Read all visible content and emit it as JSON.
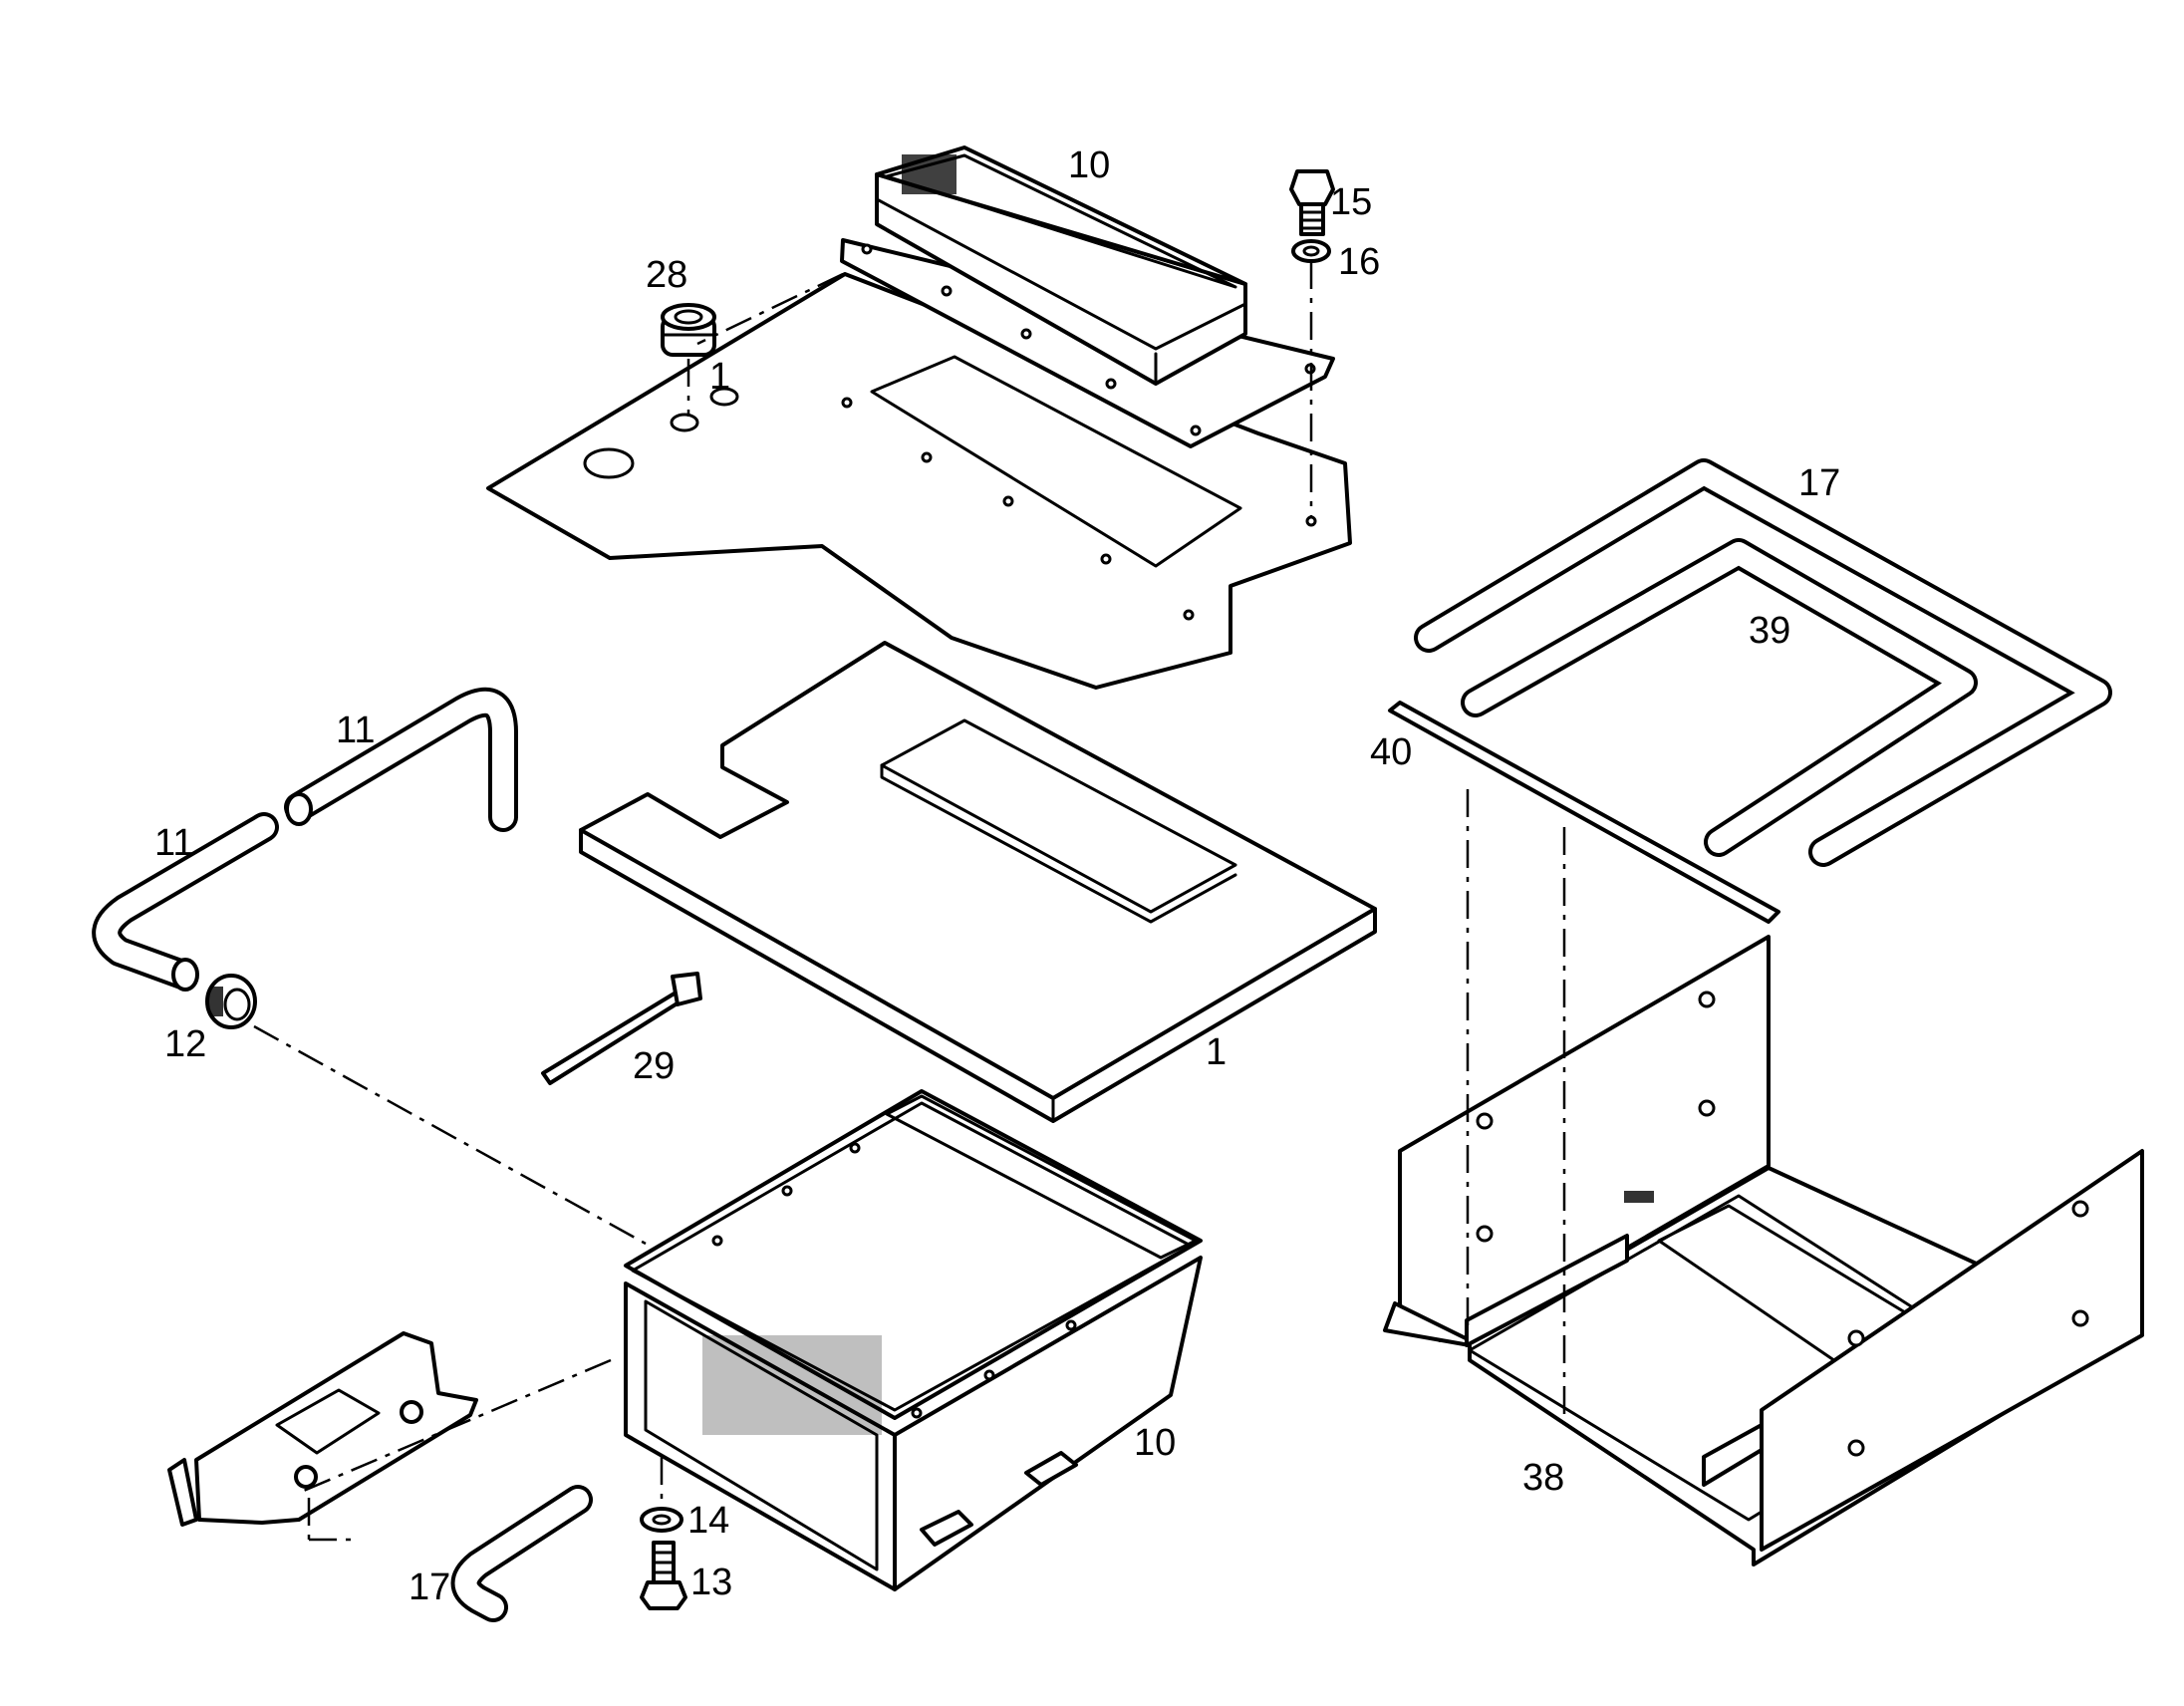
{
  "callouts": {
    "filter_top": "10",
    "bolt_top": "15",
    "washer_top": "16",
    "grommet": "28",
    "plate_hole_ref": "1",
    "hose_upper": "11",
    "hose_lower": "11",
    "clamp": "12",
    "cable_tie": "29",
    "seal_plate": "1",
    "seal_outer": "17",
    "seal_inner": "39",
    "seal_strip": "40",
    "housing": "10",
    "washer_bottom": "14",
    "bolt_bottom": "13",
    "seal_small": "17",
    "tray": "38"
  }
}
